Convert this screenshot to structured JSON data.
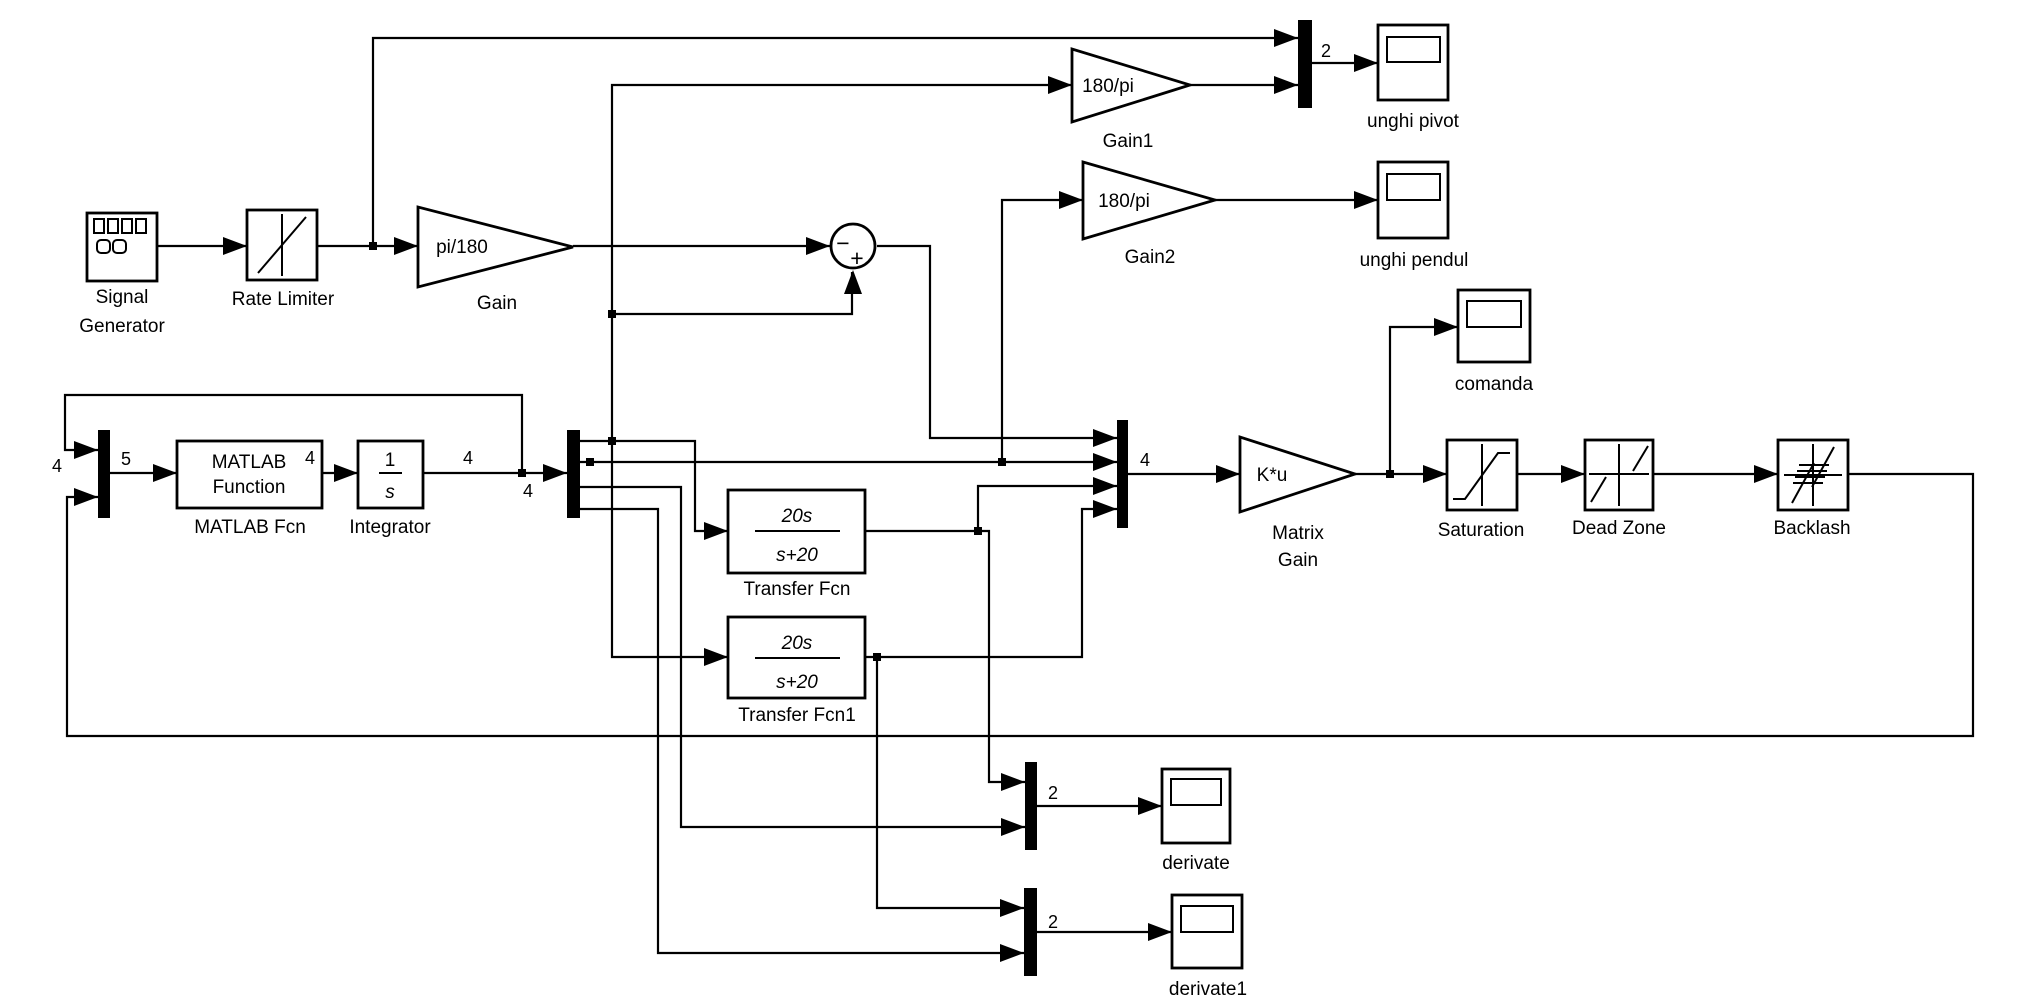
{
  "colors": {
    "background": "#ffffff",
    "line": "#000000",
    "block_fill": "#ffffff"
  },
  "blocks": {
    "signal_generator": {
      "label_line1": "Signal",
      "label_line2": "Generator"
    },
    "rate_limiter": {
      "label": "Rate Limiter"
    },
    "gain": {
      "value": "pi/180",
      "label": "Gain"
    },
    "gain1": {
      "value": "180/pi",
      "label": "Gain1"
    },
    "gain2": {
      "value": "180/pi",
      "label": "Gain2"
    },
    "sum": {
      "minus": "−",
      "plus": "+"
    },
    "matlab_fcn": {
      "line1": "MATLAB",
      "line2": "Function",
      "label": "MATLAB Fcn"
    },
    "integrator": {
      "numerator": "1",
      "denominator": "s",
      "label": "Integrator"
    },
    "transfer_fcn": {
      "numerator": "20s",
      "denominator": "s+20",
      "label": "Transfer Fcn"
    },
    "transfer_fcn1": {
      "numerator": "20s",
      "denominator": "s+20",
      "label": "Transfer Fcn1"
    },
    "matrix_gain": {
      "value": "K*u",
      "label_line1": "Matrix",
      "label_line2": "Gain"
    },
    "saturation": {
      "label": "Saturation"
    },
    "dead_zone": {
      "label": "Dead Zone"
    },
    "backlash": {
      "label": "Backlash"
    },
    "scopes": {
      "unghi_pivot": "unghi pivot",
      "unghi_pendul": "unghi pendul",
      "comanda": "comanda",
      "derivate": "derivate",
      "derivate1": "derivate1"
    }
  },
  "signal_widths": {
    "two": "2",
    "four": "4",
    "five": "5"
  }
}
